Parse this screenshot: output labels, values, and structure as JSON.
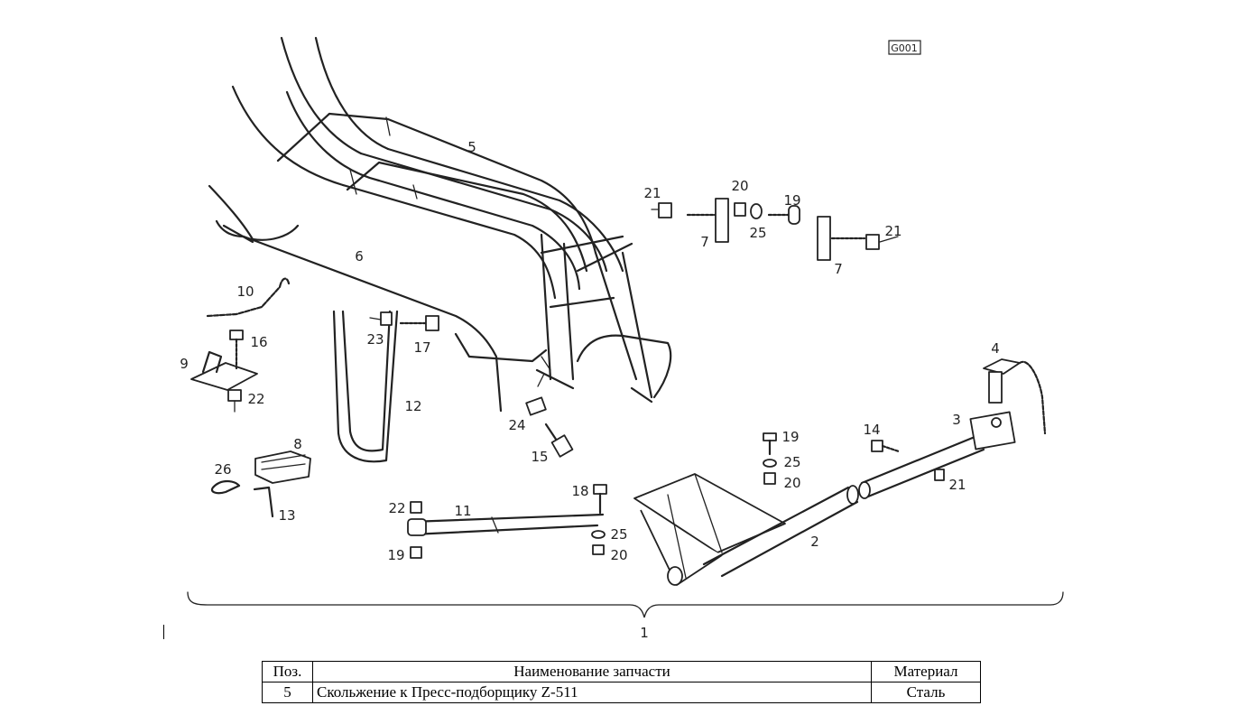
{
  "diagram": {
    "code": "G001",
    "callouts": [
      {
        "id": "c5",
        "text": "5"
      },
      {
        "id": "c6",
        "text": "6"
      },
      {
        "id": "c10",
        "text": "10"
      },
      {
        "id": "c16",
        "text": "16"
      },
      {
        "id": "c9",
        "text": "9"
      },
      {
        "id": "c22a",
        "text": "22"
      },
      {
        "id": "c23",
        "text": "23"
      },
      {
        "id": "c17",
        "text": "17"
      },
      {
        "id": "c12",
        "text": "12"
      },
      {
        "id": "c24",
        "text": "24"
      },
      {
        "id": "c15",
        "text": "15"
      },
      {
        "id": "c8",
        "text": "8"
      },
      {
        "id": "c26",
        "text": "26"
      },
      {
        "id": "c13",
        "text": "13"
      },
      {
        "id": "c22b",
        "text": "22"
      },
      {
        "id": "c11",
        "text": "11"
      },
      {
        "id": "c18",
        "text": "18"
      },
      {
        "id": "c25a",
        "text": "25"
      },
      {
        "id": "c20a",
        "text": "20"
      },
      {
        "id": "c19a",
        "text": "19"
      },
      {
        "id": "c21a",
        "text": "21"
      },
      {
        "id": "c20b",
        "text": "20"
      },
      {
        "id": "c19b",
        "text": "19"
      },
      {
        "id": "c7a",
        "text": "7"
      },
      {
        "id": "c25b",
        "text": "25"
      },
      {
        "id": "c21b",
        "text": "21"
      },
      {
        "id": "c7b",
        "text": "7"
      },
      {
        "id": "c4",
        "text": "4"
      },
      {
        "id": "c3",
        "text": "3"
      },
      {
        "id": "c14",
        "text": "14"
      },
      {
        "id": "c19c",
        "text": "19"
      },
      {
        "id": "c25c",
        "text": "25"
      },
      {
        "id": "c20c",
        "text": "20"
      },
      {
        "id": "c21c",
        "text": "21"
      },
      {
        "id": "c2",
        "text": "2"
      },
      {
        "id": "c1",
        "text": "1"
      }
    ]
  },
  "table": {
    "headers": {
      "pos": "Поз.",
      "name": "Наименование запчасти",
      "material": "Материал"
    },
    "rows": [
      {
        "pos": "5",
        "name": "Скольжение к Пресс-подборщику  Z-511",
        "material": "Сталь"
      }
    ]
  }
}
